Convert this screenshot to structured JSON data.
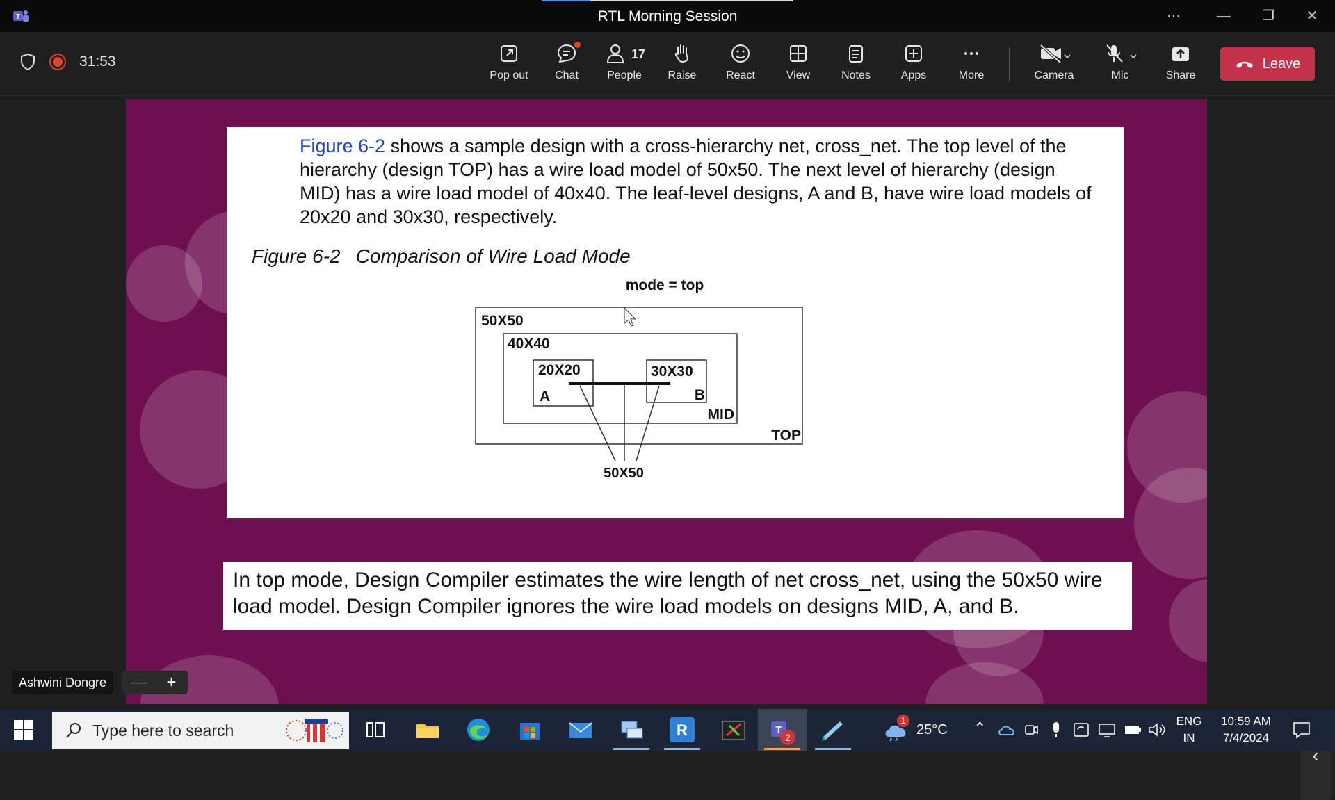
{
  "window": {
    "title": "RTL Morning Session"
  },
  "toolbar": {
    "timer": "31:53",
    "buttons": [
      {
        "id": "popout",
        "label": "Pop out"
      },
      {
        "id": "chat",
        "label": "Chat"
      },
      {
        "id": "people",
        "label": "People",
        "count": "17"
      },
      {
        "id": "raise",
        "label": "Raise"
      },
      {
        "id": "react",
        "label": "React"
      },
      {
        "id": "view",
        "label": "View"
      },
      {
        "id": "notes",
        "label": "Notes"
      },
      {
        "id": "apps",
        "label": "Apps"
      },
      {
        "id": "more",
        "label": "More"
      },
      {
        "id": "camera",
        "label": "Camera"
      },
      {
        "id": "mic",
        "label": "Mic"
      },
      {
        "id": "share",
        "label": "Share"
      }
    ],
    "leave_label": "Leave",
    "accent": "#c4314b"
  },
  "slide": {
    "para_link": "Figure 6-2",
    "para_rest": " shows a sample design with a cross-hierarchy net, cross_net. The top level of the hierarchy (design TOP) has a wire load model of 50x50. The next level of hierarchy (design MID) has a wire load model of 40x40. The leaf-level designs, A and B, have wire load models of 20x20 and 30x30, respectively.",
    "caption_num": "Figure 6-2",
    "caption_text": "Comparison of Wire Load Mode",
    "diagram": {
      "mode_label": "mode = top",
      "top_wlm": "50X50",
      "mid_wlm": "40X40",
      "a_wlm": "20X20",
      "b_wlm": "30X30",
      "a_label": "A",
      "b_label": "B",
      "mid_label": "MID",
      "top_label": "TOP",
      "net_wlm": "50X50"
    },
    "bottom_text": "In top mode, Design Compiler estimates the wire length of net cross_net, using the 50x50 wire load model. Design Compiler ignores the wire load models on designs MID, A, and B."
  },
  "presenter": {
    "name": "Ashwini Dongre"
  },
  "zoom": {
    "minus": "—",
    "plus": "+"
  },
  "taskbar": {
    "search_placeholder": "Type here to search",
    "teams_badge": "2",
    "weather_badge": "1",
    "temperature": "25°C",
    "lang_line1": "ENG",
    "lang_line2": "IN",
    "time": "10:59 AM",
    "date": "7/4/2024"
  }
}
